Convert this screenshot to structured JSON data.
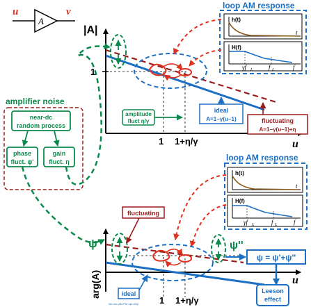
{
  "amp": {
    "in": "u",
    "out": "v",
    "gain": "A"
  },
  "top": {
    "ylabel": "|A|",
    "xlabel": "u",
    "tick_y": "1",
    "tick_x1": "1",
    "tick_x2": "1+η/γ",
    "amplitude_box": [
      "amplitude",
      "fluct η/γ"
    ],
    "ideal_box": [
      "ideal",
      "A=1−γ(u−1)"
    ],
    "fluct_box": [
      "fluctuating",
      "A=1−γ(u−1)+η"
    ]
  },
  "loop1": {
    "title": "loop AM response",
    "ht": "h(t)",
    "t": "t",
    "Hf": "H(f)",
    "f": "f",
    "gfl": "γf",
    "gfl_sub": "L",
    "fl": "f",
    "fl_sub": "L"
  },
  "noise": {
    "title": "amplifier noise",
    "nd1": "near-dc",
    "nd2": "random process",
    "ph1": "phase",
    "ph2": "fluct. ψ'",
    "gn1": "gain",
    "gn2": "fluct. η"
  },
  "loop2": {
    "title": "loop AM response",
    "ht": "h(t)",
    "t": "t",
    "Hf": "H(f)",
    "f": "f",
    "gfl": "γf",
    "gfl_sub": "L",
    "fl": "f",
    "fl_sub": "L"
  },
  "bottom": {
    "ylabel": "arg(A)",
    "xlabel": "u",
    "tick_x1": "1",
    "tick_x2": "1+η/γ",
    "fluct_label": "fluctuating",
    "ideal_label": "ideal",
    "psi1": "ψ'",
    "psi2": "ψ''",
    "psi_eq": "ψ = ψ'+ψ''",
    "leeson1": "Leeson",
    "leeson2": "effect",
    "footnote": "Ne-osc-AM-PM-opt-amp"
  },
  "colors": {
    "green": "#0a8a4a",
    "blue": "#1b6fc4",
    "red": "#e0301e",
    "darkred": "#9b1c1c",
    "black": "#000000"
  }
}
